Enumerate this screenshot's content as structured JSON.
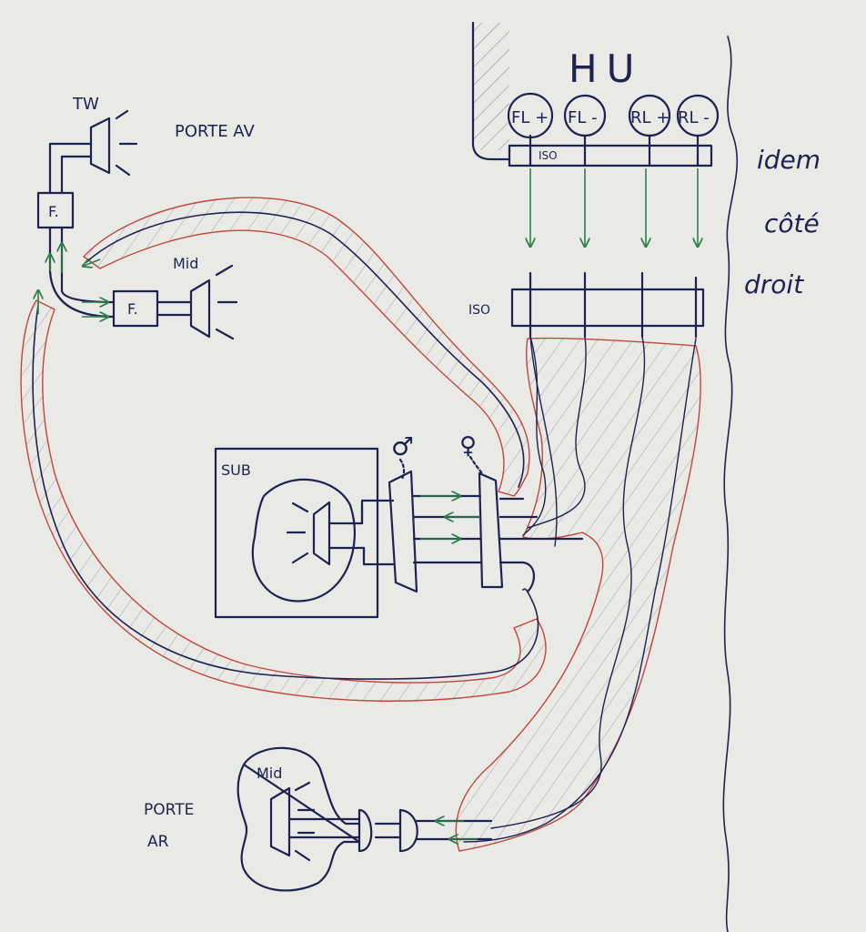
{
  "labels": {
    "head_unit": "HU",
    "tweeter": "TW",
    "front_door": "PORTE AV",
    "mid_front": "Mid",
    "filter_1": "F.",
    "filter_2": "F.",
    "sub": "SUB",
    "iso_top": "ISO",
    "iso_bottom": "ISO",
    "rear_door_line1": "PORTE",
    "rear_door_line2": "AR",
    "mid_rear": "Mid",
    "side_note_1": "idem",
    "side_note_2": "côté",
    "side_note_3": "droit",
    "male_symbol": "♂",
    "female_symbol": "♀"
  },
  "terminals": [
    "FL +",
    "FL -",
    "RL +",
    "RL -"
  ],
  "colors": {
    "paper": "#e9e9e6",
    "ink": "#1f2150",
    "sheath": "#c0463f",
    "signal": "#2f7f4a",
    "speaker_fill": "#3d7f55"
  }
}
